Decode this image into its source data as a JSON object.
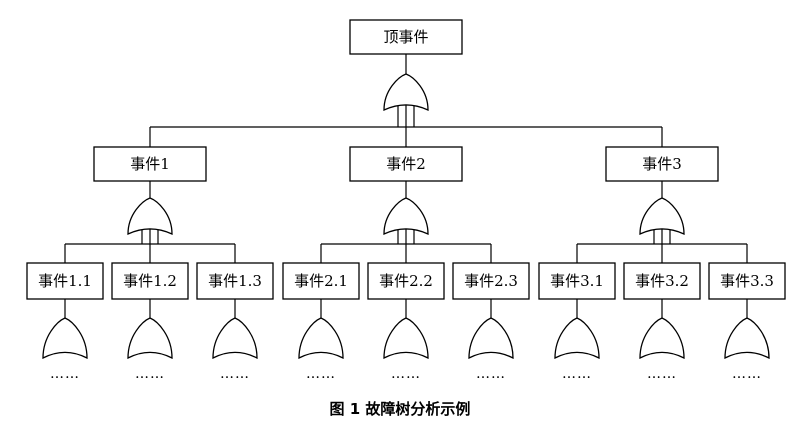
{
  "diagram": {
    "top_event": "顶事件",
    "events": [
      {
        "label": "事件1",
        "children": [
          "事件1.1",
          "事件1.2",
          "事件1.3"
        ]
      },
      {
        "label": "事件2",
        "children": [
          "事件2.1",
          "事件2.2",
          "事件2.3"
        ]
      },
      {
        "label": "事件3",
        "children": [
          "事件3.1",
          "事件3.2",
          "事件3.3"
        ]
      }
    ],
    "continuation": "……",
    "gate_type": "or-gate"
  },
  "caption": "图 1  故障树分析示例"
}
